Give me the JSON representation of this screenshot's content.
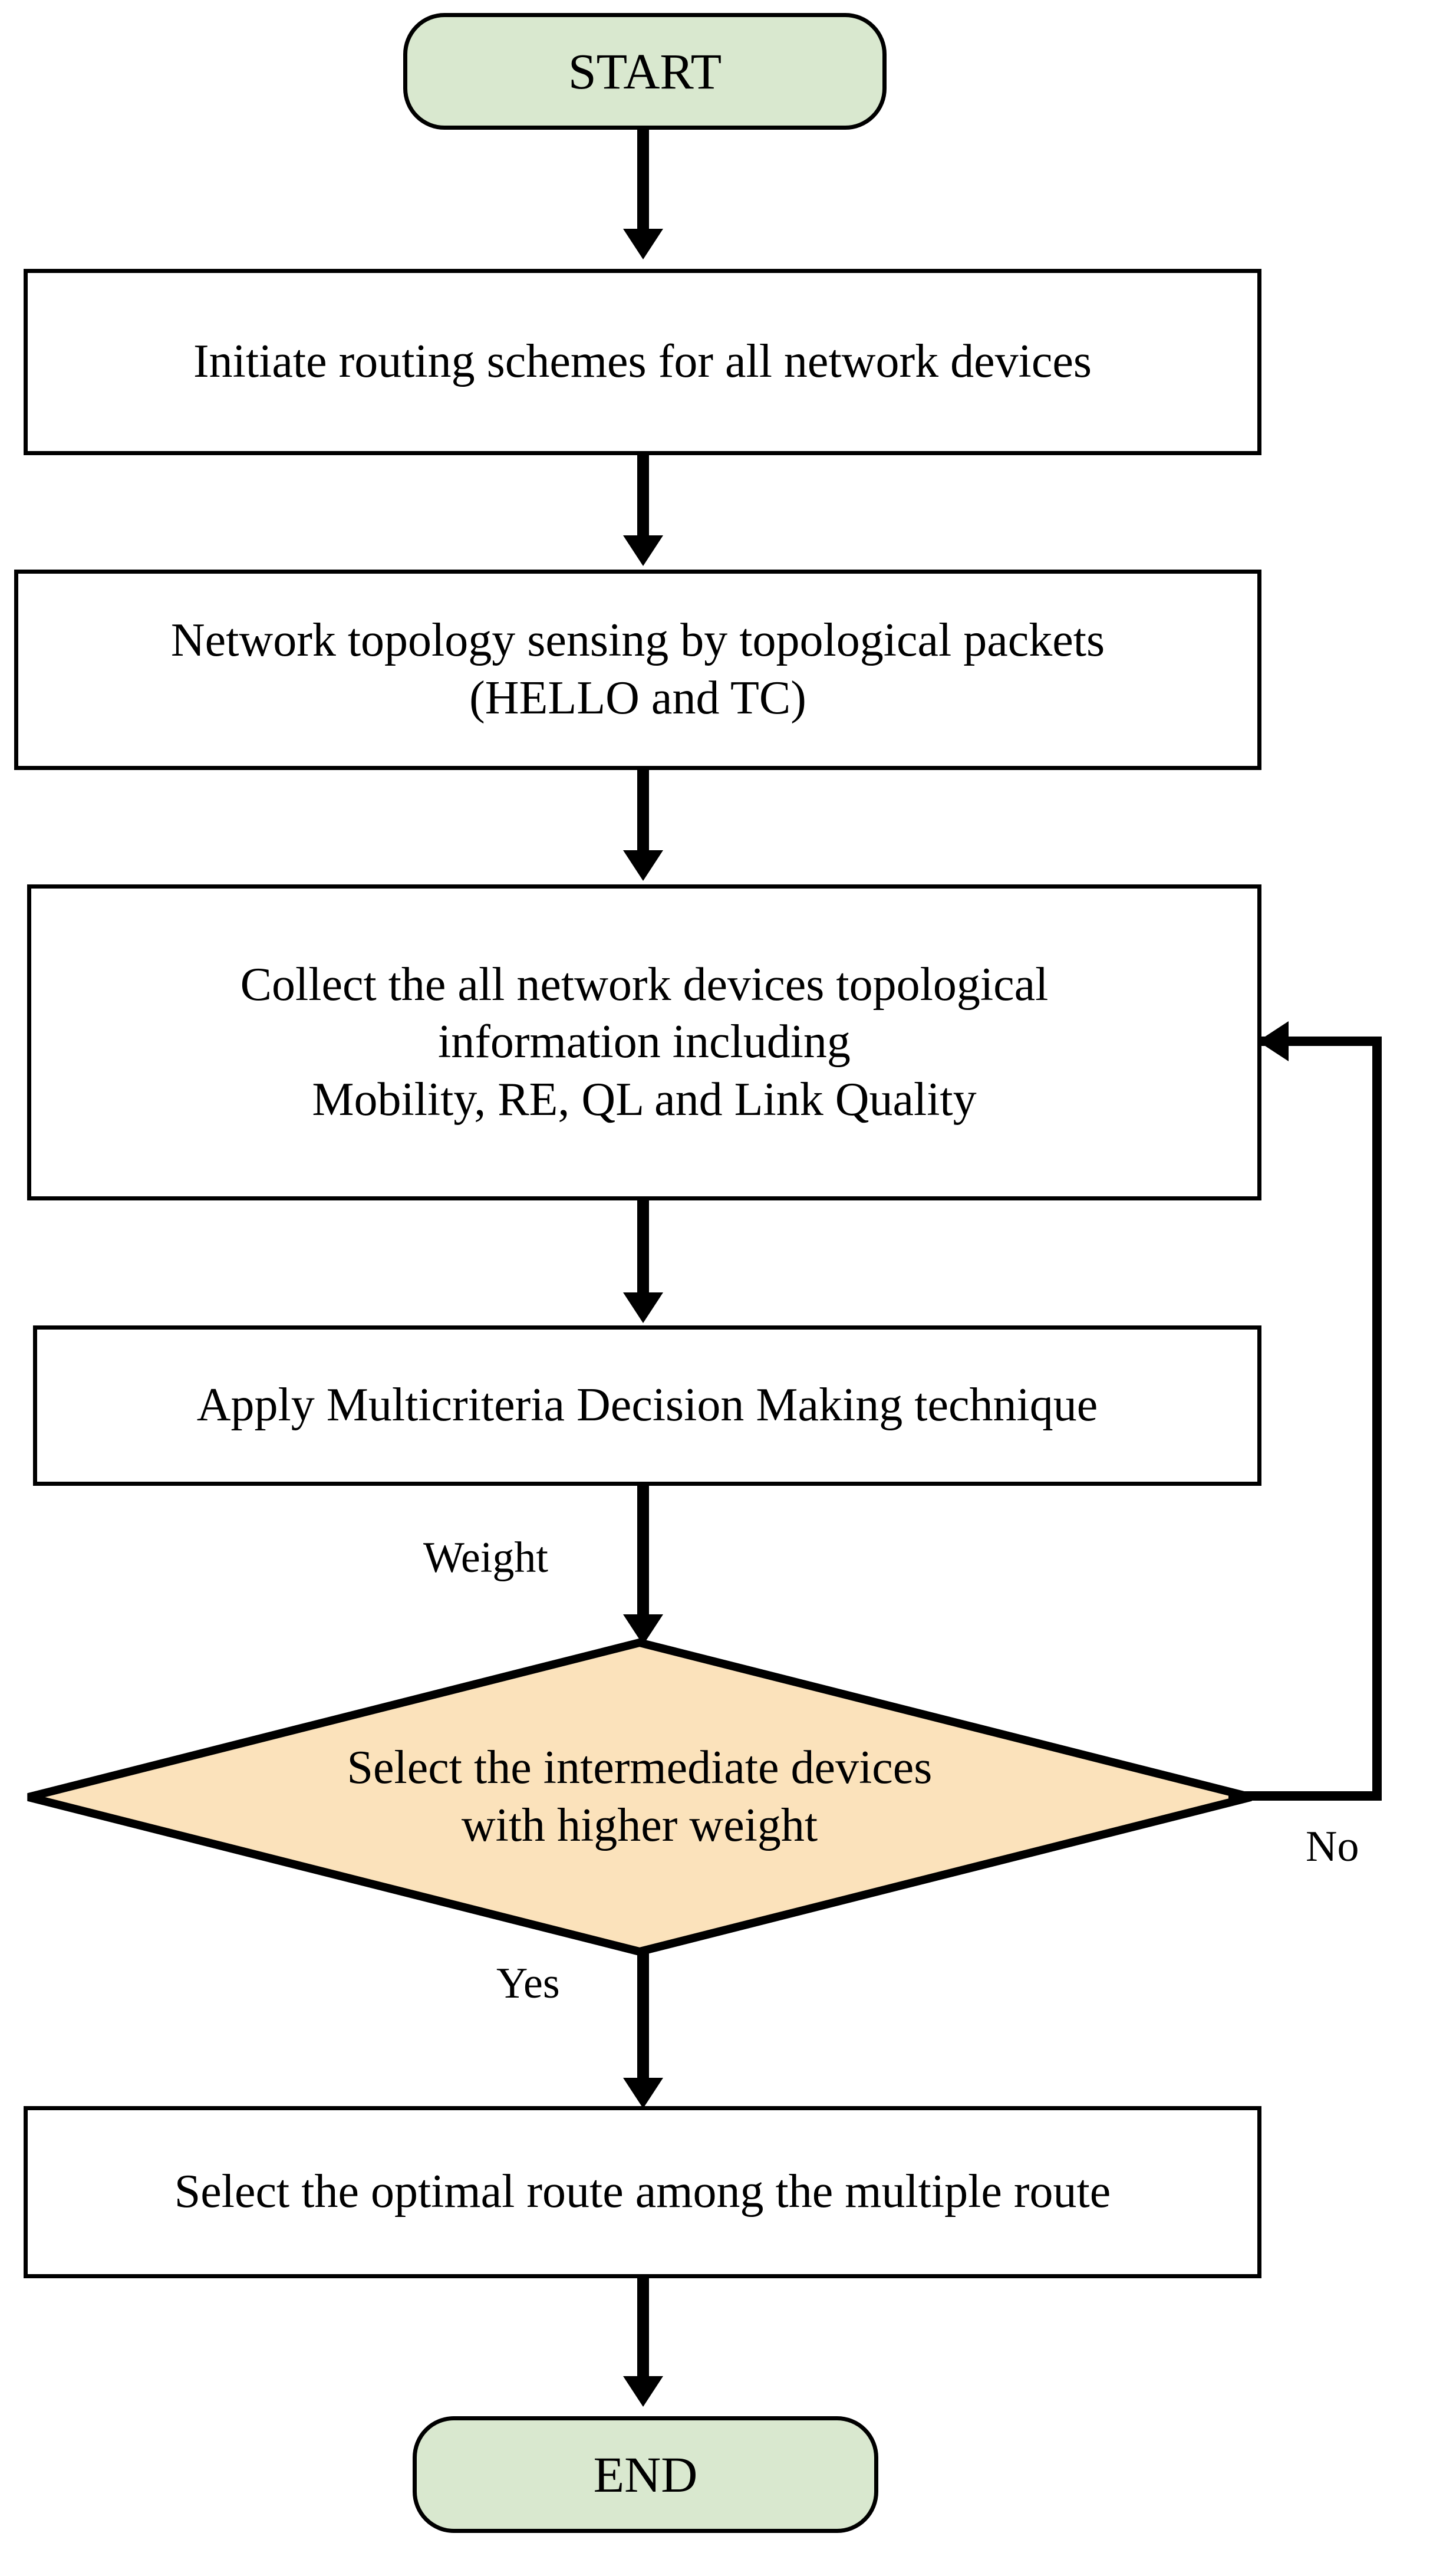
{
  "diagram": {
    "title": "Routing scheme flowchart",
    "type": "flowchart",
    "colors": {
      "terminator_fill": "#d9e8cf",
      "process_fill": "#ffffff",
      "decision_fill": "#fbe2bb",
      "stroke": "#000000",
      "background": "#ffffff"
    },
    "nodes": [
      {
        "id": "start",
        "shape": "terminator",
        "label": "START"
      },
      {
        "id": "initiate",
        "shape": "process",
        "label": "Initiate routing schemes for all network devices"
      },
      {
        "id": "sensing",
        "shape": "process",
        "line1": "Network topology sensing by topological packets",
        "line2": "(HELLO and TC)"
      },
      {
        "id": "collect",
        "shape": "process",
        "line1": "Collect the all network devices topological",
        "line2": "information including",
        "line3": "Mobility, RE, QL and Link Quality"
      },
      {
        "id": "mcdm",
        "shape": "process",
        "label": "Apply Multicriteria Decision Making technique"
      },
      {
        "id": "decision",
        "shape": "decision",
        "line1": "Select the intermediate devices",
        "line2": "with higher weight"
      },
      {
        "id": "optimal",
        "shape": "process",
        "label": "Select the optimal route among the multiple route"
      },
      {
        "id": "end",
        "shape": "terminator",
        "label": "END"
      }
    ],
    "edge_labels": {
      "weight": "Weight",
      "yes": "Yes",
      "no": "No"
    }
  }
}
